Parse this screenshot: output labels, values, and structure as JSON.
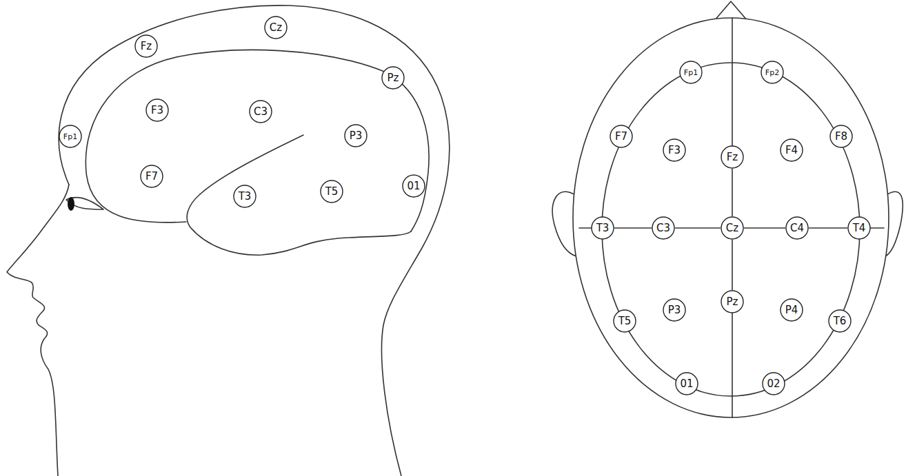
{
  "diagram": {
    "nodes": [
      {
        "text": [
          "Cz"
        ]
      },
      {
        "text": [
          "Fz"
        ]
      },
      {
        "text": [
          "Pz"
        ]
      },
      {
        "text": [
          "F3"
        ]
      },
      {
        "text": [
          "C3"
        ]
      },
      {
        "text": [
          "Fp1"
        ]
      },
      {
        "text": [
          "P3"
        ]
      },
      {
        "text": [
          "F7"
        ]
      },
      {
        "text": [
          "T3"
        ]
      },
      {
        "text": [
          "T5"
        ]
      },
      {
        "text": [
          "01"
        ]
      },
      {
        "text": [
          "Fp1"
        ]
      },
      {
        "text": [
          "Fp2"
        ]
      },
      {
        "text": [
          "F7"
        ]
      },
      {
        "text": [
          "F3"
        ]
      },
      {
        "text": [
          "Fz"
        ]
      },
      {
        "text": [
          "F4"
        ]
      },
      {
        "text": [
          "F8"
        ]
      },
      {
        "text": [
          "T3"
        ]
      },
      {
        "text": [
          "C3"
        ]
      },
      {
        "text": [
          "Cz"
        ]
      },
      {
        "text": [
          "C4"
        ]
      },
      {
        "text": [
          "T4"
        ]
      },
      {
        "text": [
          "T5"
        ]
      },
      {
        "text": [
          "P3"
        ]
      },
      {
        "text": [
          "Pz"
        ]
      },
      {
        "text": [
          "P4"
        ]
      },
      {
        "text": [
          "T6"
        ]
      },
      {
        "text": [
          "01"
        ]
      },
      {
        "text": [
          "02"
        ]
      }
    ],
    "edges": [
      {
        "from": 18,
        "to": 19,
        "arrow": "none"
      },
      {
        "from": 19,
        "to": 20,
        "arrow": "none"
      },
      {
        "from": 20,
        "to": 21,
        "arrow": "none"
      },
      {
        "from": 21,
        "to": 22,
        "arrow": "none"
      },
      {
        "from": 15,
        "to": 20,
        "arrow": "none"
      },
      {
        "from": 20,
        "to": 25,
        "arrow": "none"
      }
    ]
  }
}
